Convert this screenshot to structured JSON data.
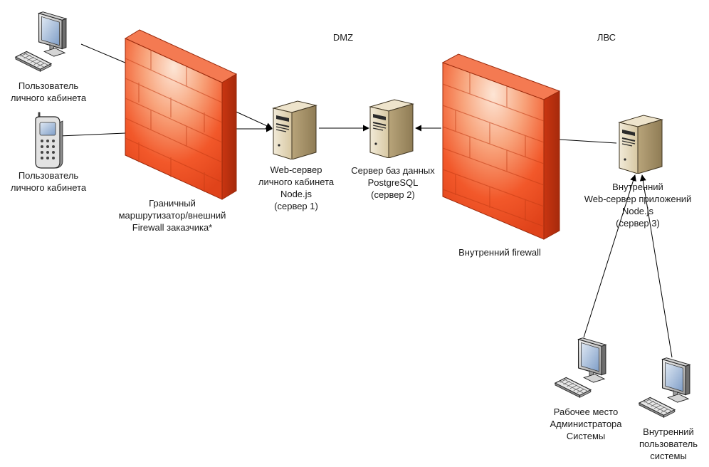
{
  "zones": {
    "dmz": "DMZ",
    "lan": "ЛВС"
  },
  "nodes": {
    "user_pc": {
      "icon": "desktop-computer-icon",
      "lines": [
        "Пользователь",
        "личного кабинета"
      ]
    },
    "user_phone": {
      "icon": "mobile-phone-icon",
      "lines": [
        "Пользователь",
        "личного кабинета"
      ]
    },
    "border_firewall": {
      "icon": "firewall-brick-wall-icon",
      "lines": [
        "Граничный",
        "маршрутизатор/внешний",
        "Firewall заказчика*"
      ]
    },
    "web_server": {
      "icon": "server-icon",
      "lines": [
        "Web-сервер",
        "личного кабинета",
        "Node.js",
        "(сервер 1)"
      ]
    },
    "db_server": {
      "icon": "server-icon",
      "lines": [
        "Сервер баз данных",
        "PostgreSQL",
        "(сервер 2)"
      ]
    },
    "internal_firewall": {
      "icon": "firewall-brick-wall-icon",
      "lines": [
        "Внутренний firewall"
      ]
    },
    "app_server": {
      "icon": "server-icon",
      "lines": [
        "Внутренний",
        "Web-сервер приложений",
        "Node.js",
        "(сервер 3)"
      ]
    },
    "admin_pc": {
      "icon": "desktop-computer-icon",
      "lines": [
        "Рабочее место",
        "Администратора",
        "Системы"
      ]
    },
    "internal_user_pc": {
      "icon": "desktop-computer-icon",
      "lines": [
        "Внутренний",
        "пользователь",
        "системы"
      ]
    }
  },
  "colors": {
    "firewall_front": "#f04a1e",
    "firewall_highlight": "#fbd8c4",
    "server_body": "#ddd0b0",
    "monitor_screen": "#7f9ec8"
  }
}
